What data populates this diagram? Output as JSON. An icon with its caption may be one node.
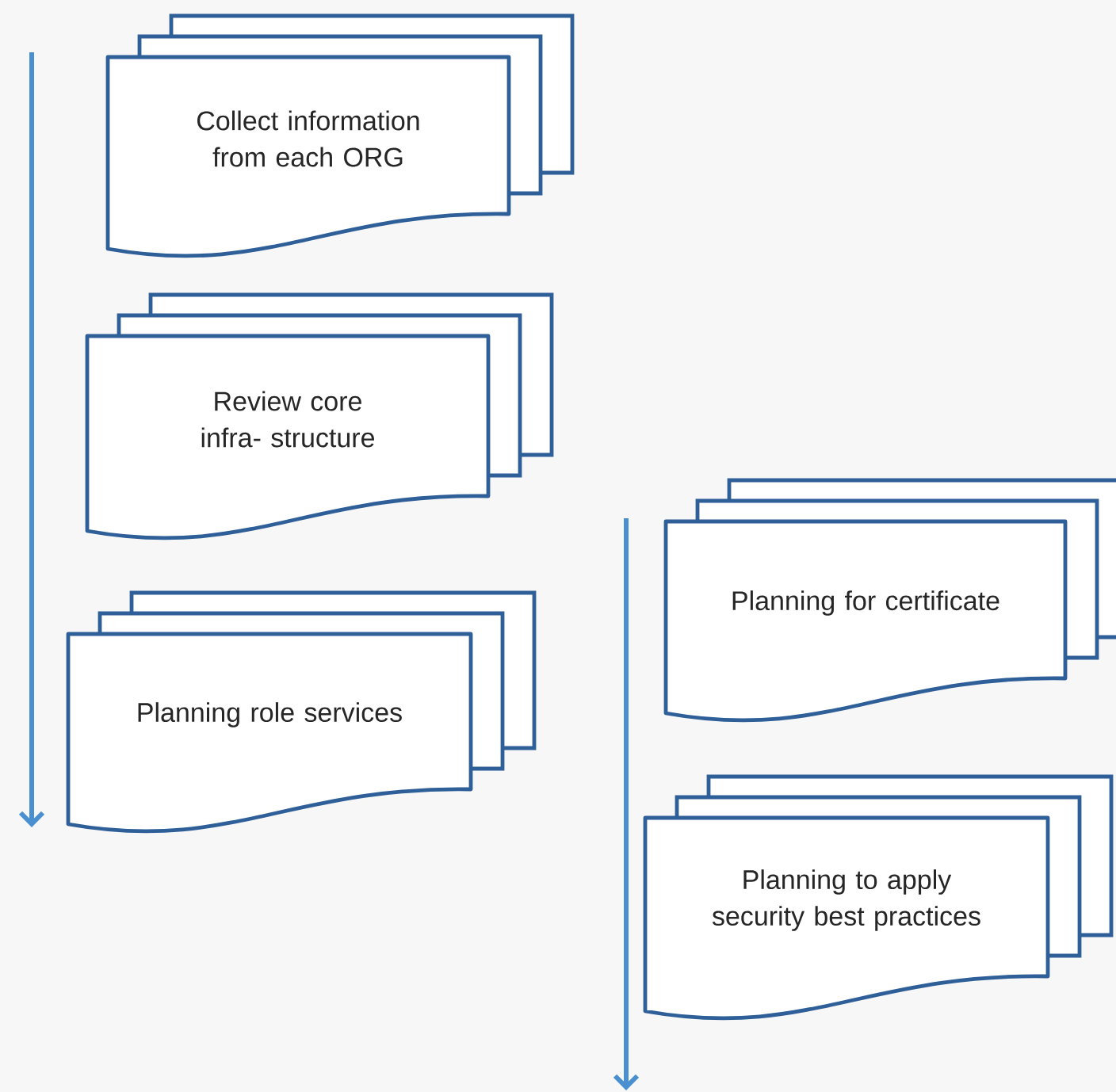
{
  "diagram": {
    "nodes": [
      {
        "text": [
          "Collect information from each ORG"
        ]
      },
      {
        "text": [
          "Review core infra- structure"
        ]
      },
      {
        "text": [
          "Planning role services"
        ]
      },
      {
        "text": [
          "Planning for certificate"
        ]
      },
      {
        "text": [
          "Planning to apply security best practices"
        ]
      }
    ]
  }
}
